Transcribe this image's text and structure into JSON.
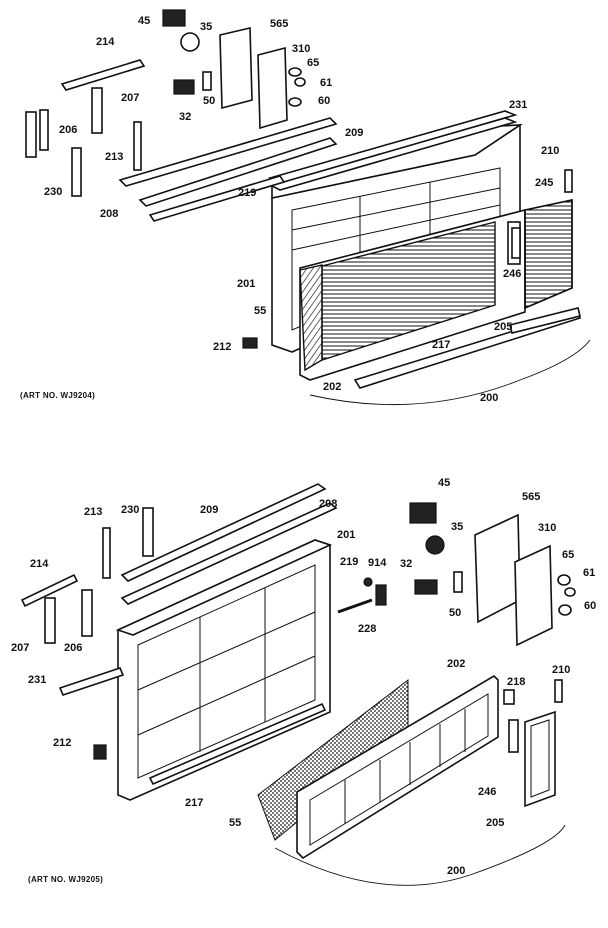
{
  "upper_view": {
    "art_number": "(ART NO. WJ9204)",
    "callouts": {
      "p45": "45",
      "p35": "35",
      "p565": "565",
      "p214": "214",
      "p310": "310",
      "p65": "65",
      "p61": "61",
      "p207": "207",
      "p50": "50",
      "p60": "60",
      "p32": "32",
      "p231": "231",
      "p206": "206",
      "p213": "213",
      "p209": "209",
      "p210": "210",
      "p230": "230",
      "p245": "245",
      "p208": "208",
      "p219": "219",
      "p201": "201",
      "p246": "246",
      "p55": "55",
      "p205": "205",
      "p212": "212",
      "p217": "217",
      "p202": "202",
      "p200": "200"
    }
  },
  "lower_view": {
    "art_number": "(ART NO. WJ9205)",
    "callouts": {
      "p45": "45",
      "p565": "565",
      "p213": "213",
      "p230": "230",
      "p209": "209",
      "p208": "208",
      "p35": "35",
      "p310": "310",
      "p201": "201",
      "p219": "219",
      "p914": "914",
      "p32": "32",
      "p65": "65",
      "p214": "214",
      "p61": "61",
      "p50": "50",
      "p60": "60",
      "p228": "228",
      "p207": "207",
      "p206": "206",
      "p202": "202",
      "p210": "210",
      "p231": "231",
      "p218": "218",
      "p212": "212",
      "p246": "246",
      "p217": "217",
      "p55": "55",
      "p205": "205",
      "p200": "200"
    }
  }
}
